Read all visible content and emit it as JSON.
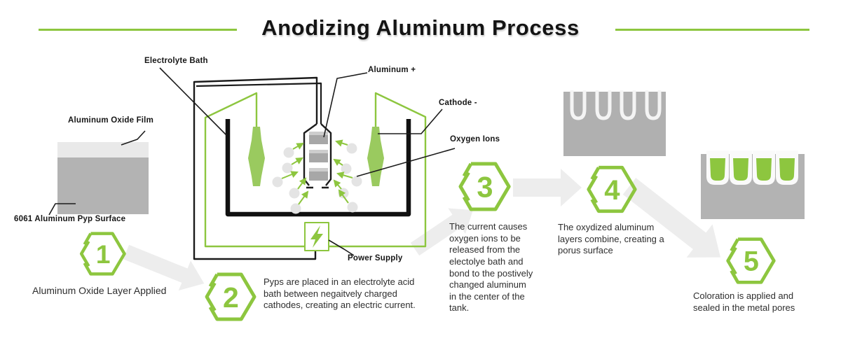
{
  "title": "Anodizing Aluminum Process",
  "colors": {
    "accent_green": "#8dc63f",
    "cathode_green": "#9aca5f",
    "metal_gray": "#b3b3b3",
    "oxide_film_gray": "#e9e9e9",
    "flow_arrow_gray": "#ededed"
  },
  "sample_block": {
    "film_label": "Aluminum Oxide Film",
    "surface_label": "6061 Aluminum Pyp Surface"
  },
  "bath_diagram": {
    "electrolyte_label": "Electrolyte Bath",
    "anode_label": "Aluminum +",
    "cathode_label": "Cathode -",
    "oxygen_label": "Oxygen Ions",
    "power_label": "Power Supply"
  },
  "steps": [
    {
      "num": "1",
      "text": "Aluminum Oxide Layer Applied"
    },
    {
      "num": "2",
      "text": "Pyps are placed in an electrolyte acid bath between negaitvely charged cathodes, creating an electric current."
    },
    {
      "num": "3",
      "text": "The current causes oxygen ions to be released from the electolye bath and bond to the postively changed aluminum in the center of the tank."
    },
    {
      "num": "4",
      "text": "The oxydized aluminum layers combine, creating a porus surface"
    },
    {
      "num": "5",
      "text": "Coloration is applied and sealed in the metal pores"
    }
  ]
}
